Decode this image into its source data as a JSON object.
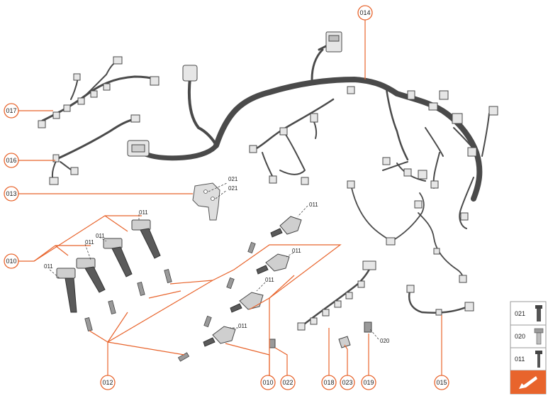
{
  "accent_color": "#e8642c",
  "wire_color": "#4a4a4a",
  "callouts": {
    "c014": "014",
    "c017": "017",
    "c016": "016",
    "c013": "013",
    "c010_left": "010",
    "c012": "012",
    "c010_bottom": "010",
    "c022": "022",
    "c018": "018",
    "c023": "023",
    "c019": "019",
    "c015": "015"
  },
  "labels": {
    "l021_a": "021",
    "l021_b": "021",
    "l011_a": "011",
    "l011_b": "011",
    "l011_c": "011",
    "l011_d": "011",
    "l011_e": "011",
    "l011_f": "011",
    "l011_g": "011",
    "l011_h": "011",
    "l020": "020"
  },
  "legend": {
    "items": [
      {
        "code": "021",
        "icon": "bolt-flange-icon"
      },
      {
        "code": "020",
        "icon": "bolt-hex-icon"
      },
      {
        "code": "011",
        "icon": "bolt-long-icon"
      }
    ],
    "arrow_icon": "direction-arrow-icon"
  }
}
